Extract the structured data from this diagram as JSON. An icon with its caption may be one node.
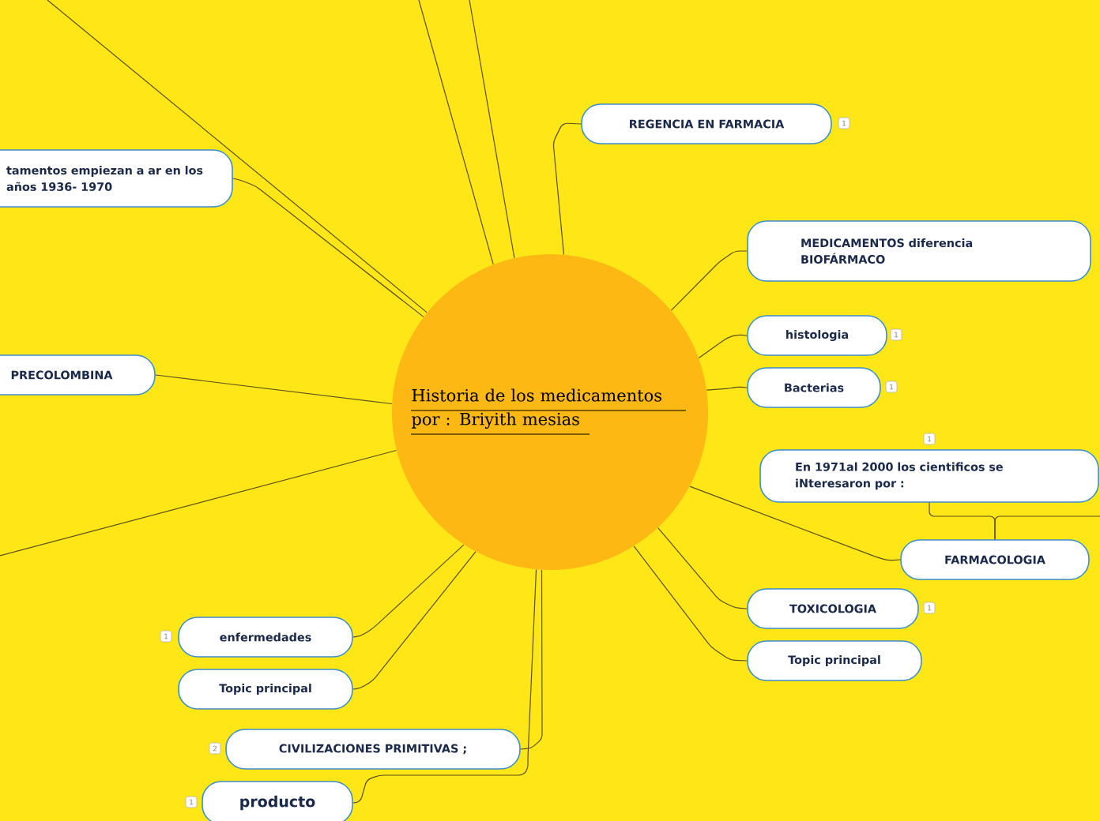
{
  "diagram": {
    "nodes": [
      {
        "text": [
          "Historia de los medicamentos por : Briyith mesias"
        ]
      },
      {
        "text": [
          "REGENCIA EN FARMACIA"
        ],
        "beside": [
          "1"
        ]
      },
      {
        "text": [
          "MEDICAMENTOS diferencia BIOFÁRMACO"
        ]
      },
      {
        "text": [
          "histologia"
        ],
        "beside": [
          "1"
        ]
      },
      {
        "text": [
          "Bacterias"
        ],
        "beside": [
          "1"
        ]
      },
      {
        "text": [
          "En 1971al 2000 los cientificos se iNteresaron  por :"
        ],
        "beside": [
          "1"
        ]
      },
      {
        "text": [
          "FARMACOLOGIA"
        ]
      },
      {
        "text": [
          "TOXICOLOGIA"
        ],
        "beside": [
          "1"
        ]
      },
      {
        "text": [
          "Topic principal"
        ]
      },
      {
        "text": [
          "enfermedades"
        ],
        "beside": [
          "1"
        ]
      },
      {
        "text": [
          "Topic principal"
        ]
      },
      {
        "text": [
          "CIVILIZACIONES PRIMITIVAS ;"
        ],
        "beside": [
          "2"
        ]
      },
      {
        "text": [
          "producto"
        ],
        "beside": [
          "1"
        ]
      },
      {
        "text": [
          "tamentos empiezan a ar en los años 1936- 1970"
        ]
      },
      {
        "text": [
          "PRECOLOMBINA"
        ]
      }
    ],
    "edges": [
      {
        "from": 0,
        "to": 1,
        "arrow": "none"
      },
      {
        "from": 0,
        "to": 2,
        "arrow": "none"
      },
      {
        "from": 0,
        "to": 3,
        "arrow": "none"
      },
      {
        "from": 0,
        "to": 4,
        "arrow": "none"
      },
      {
        "from": 0,
        "to": 6,
        "arrow": "none"
      },
      {
        "from": 6,
        "to": 5,
        "arrow": "none"
      },
      {
        "from": 6,
        "to": null,
        "arrow": "none"
      },
      {
        "from": 0,
        "to": 7,
        "arrow": "none"
      },
      {
        "from": 0,
        "to": 8,
        "arrow": "none"
      },
      {
        "from": 0,
        "to": 9,
        "arrow": "none"
      },
      {
        "from": 0,
        "to": 10,
        "arrow": "none"
      },
      {
        "from": 0,
        "to": 11,
        "arrow": "none"
      },
      {
        "from": 0,
        "to": 12,
        "arrow": "none"
      },
      {
        "from": 0,
        "to": 13,
        "arrow": "none"
      },
      {
        "from": 0,
        "to": 14,
        "arrow": "none"
      },
      {
        "from": 0,
        "to": null,
        "arrow": "none"
      },
      {
        "from": 0,
        "to": null,
        "arrow": "none"
      },
      {
        "from": 0,
        "to": null,
        "arrow": "none"
      },
      {
        "from": 0,
        "to": null,
        "arrow": "none"
      }
    ]
  }
}
